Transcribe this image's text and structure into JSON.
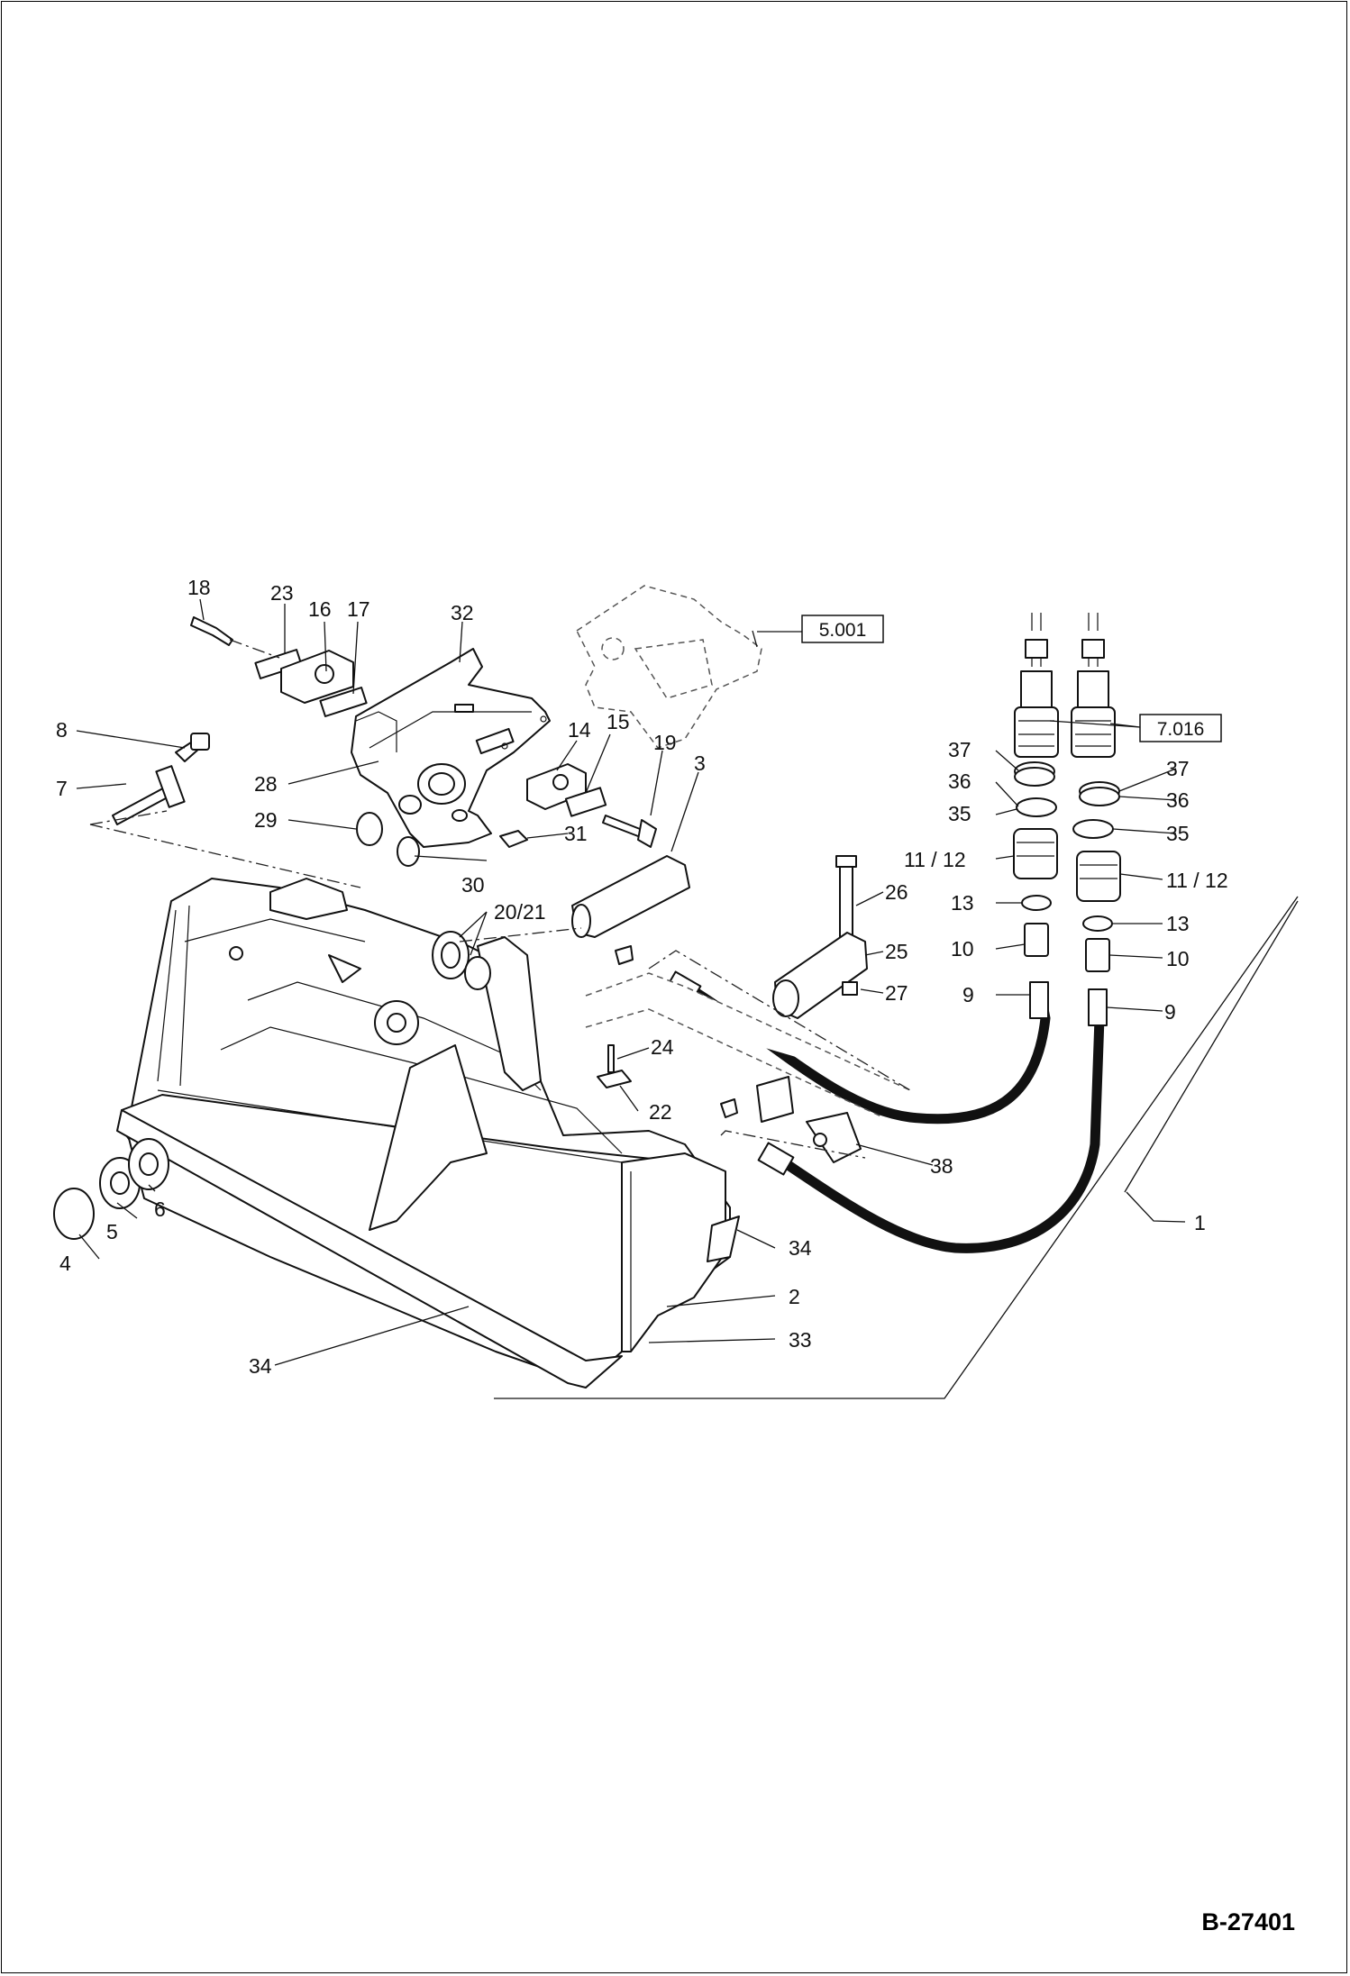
{
  "document_number": "B-27401",
  "reference_boxes": [
    "5.001",
    "7.016"
  ],
  "callouts": [
    "1",
    "2",
    "3",
    "4",
    "5",
    "6",
    "7",
    "8",
    "9",
    "9",
    "10",
    "10",
    "11 / 12",
    "11 / 12",
    "13",
    "13",
    "14",
    "15",
    "16",
    "17",
    "18",
    "19",
    "20/21",
    "22",
    "23",
    "24",
    "25",
    "26",
    "27",
    "28",
    "29",
    "30",
    "31",
    "32",
    "33",
    "34",
    "34",
    "35",
    "35",
    "36",
    "36",
    "37",
    "37",
    "38"
  ]
}
